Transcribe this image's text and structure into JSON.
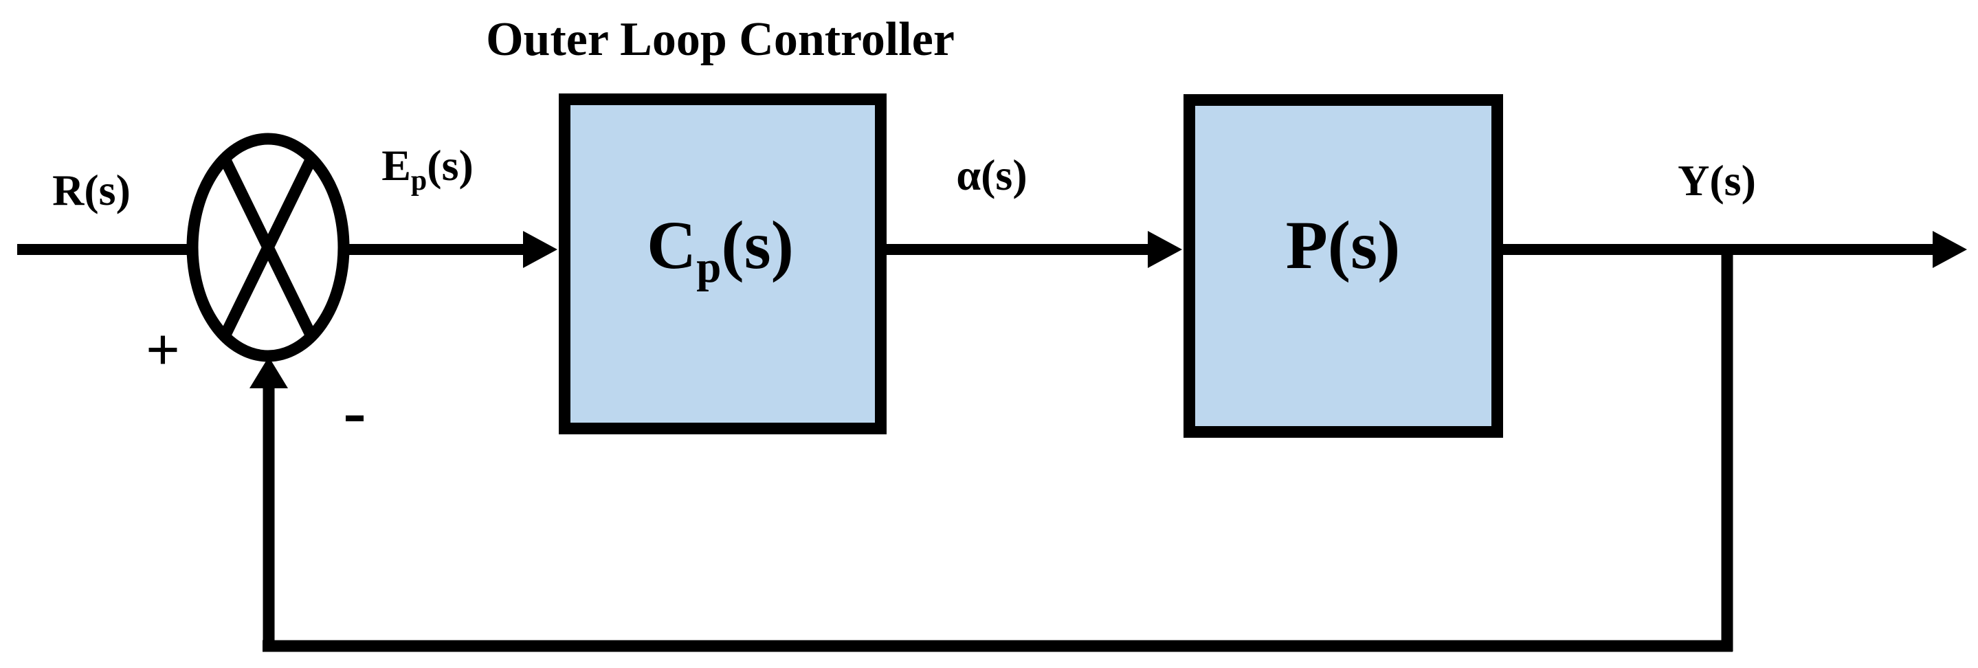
{
  "diagram": {
    "title": "Outer Loop Controller",
    "type": "control-system-block-diagram",
    "background": "#ffffff",
    "line_color": "#000000",
    "block_fill": "#bdd7ee",
    "block_border": "#000000"
  },
  "signals": {
    "input": "R(s)",
    "error": {
      "base": "E",
      "sub": "p",
      "args": "(s)"
    },
    "control": "α(s)",
    "output": "Y(s)"
  },
  "summing_junction": {
    "positive_sign": "+",
    "negative_sign": "-"
  },
  "blocks": {
    "controller": {
      "base": "C",
      "sub": "p",
      "args": "(s)"
    },
    "plant": {
      "label": "P(s)"
    }
  }
}
